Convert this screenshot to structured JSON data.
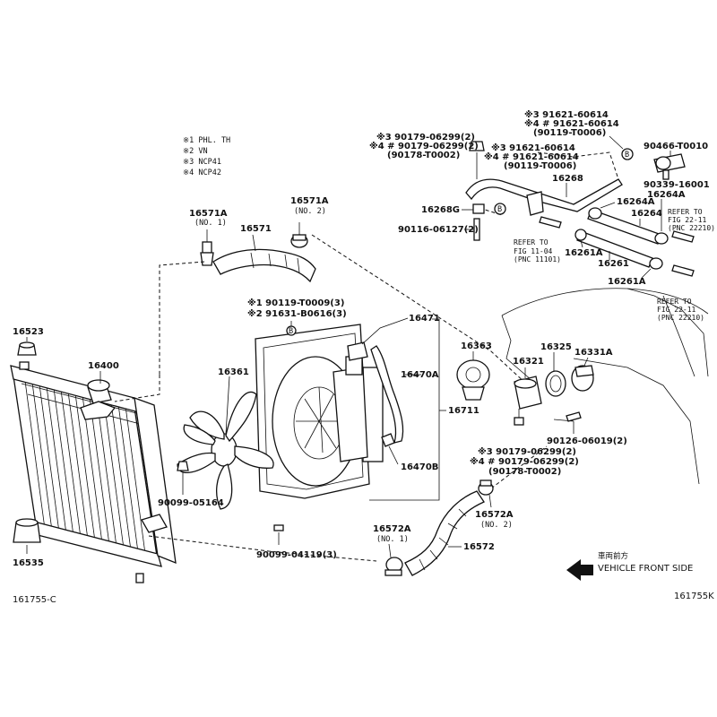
{
  "legend_notes": [
    "※1  PHL. TH",
    "※2  VN",
    "※3  NCP41",
    "※4  NCP42"
  ],
  "figure_codes": {
    "left": "161755-C",
    "right": "161755K"
  },
  "direction": {
    "jp": "車両前方",
    "en": "VEHICLE FRONT SIDE"
  },
  "refs": {
    "fig_11_04": [
      "REFER TO",
      "FIG 11-04",
      "(PNC 11101)"
    ],
    "fig_22_11_a": [
      "REFER TO",
      "FIG 22-11",
      "(PNC 22210)"
    ],
    "fig_22_11_b": [
      "REFER TO",
      "FIG 22-11",
      "(PNC 22210)"
    ]
  },
  "labels": {
    "p16523": "16523",
    "p16400": "16400",
    "p16535": "16535",
    "p16571A_1": "16571A",
    "p16571A_1_sub": "(NO. 1)",
    "p16571": "16571",
    "p16571A_2": "16571A",
    "p16571A_2_sub": "(NO. 2)",
    "p16361": "16361",
    "p90099_05164": "90099-05164",
    "p90099_04119": "90099-04119(3)",
    "p16471": "16471",
    "p16470A": "16470A",
    "p16470B": "16470B",
    "p16711": "16711",
    "p16363": "16363",
    "p16321": "16321",
    "p16325": "16325",
    "p16331A": "16331A",
    "p90126": "90126-06019(2)",
    "p16572A_1": "16572A",
    "p16572A_1_sub": "(NO. 1)",
    "p16572": "16572",
    "p16572A_2": "16572A",
    "p16572A_2_sub": "(NO. 2)",
    "p16268": "16268",
    "p16268G": "16268G",
    "p90116": "90116-06127(2)",
    "p16264A_top": "16264A",
    "p16264": "16264",
    "p16264A_mid": "16264A",
    "p16261A_top": "16261A",
    "p16261": "16261",
    "p16261A_bot": "16261A",
    "p90466": "90466-T0010",
    "p90339": "90339-16001"
  },
  "callouts": {
    "fan_bolts": [
      "※1 90119-T0009(3)",
      "※2 91631-B0616(3)"
    ],
    "top_left": [
      "※3 90179-06299(2)",
      "※4 # 90179-06299(2)",
      "(90178-T0002)"
    ],
    "top_right": [
      "※3 91621-60614",
      "※4 # 91621-60614",
      "(90119-T0006)"
    ],
    "mid_right": [
      "※3 91621-60614",
      "※4 # 91621-60614",
      "(90119-T0006)"
    ],
    "lower": [
      "※3 90179-06299(2)",
      "※4 # 90179-06299(2)",
      "(90178-T0002)"
    ]
  },
  "markers": {
    "b": "B"
  }
}
